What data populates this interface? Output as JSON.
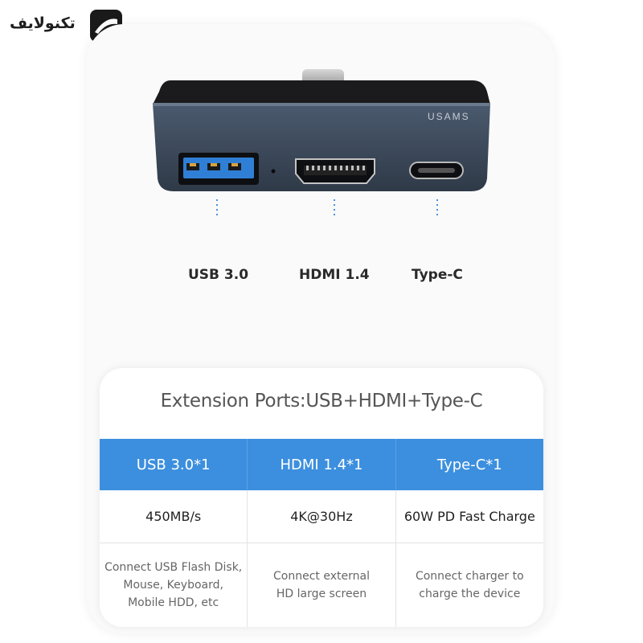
{
  "logo": {
    "text": "تکنولایف"
  },
  "device": {
    "brand": "USAMS",
    "colors": {
      "body": "#3f4c5e",
      "top": "#1c1c1e",
      "accent": "#2f7fd6"
    }
  },
  "ports": [
    {
      "label": "USB 3.0"
    },
    {
      "label": "HDMI 1.4"
    },
    {
      "label": "Type-C"
    }
  ],
  "table": {
    "title": "Extension Ports:USB+HDMI+Type-C",
    "headers": [
      "USB 3.0*1",
      "HDMI 1.4*1",
      "Type-C*1"
    ],
    "specs": [
      "450MB/s",
      "4K@30Hz",
      "60W PD Fast Charge"
    ],
    "descriptions": [
      [
        "Connect USB Flash Disk,",
        "Mouse, Keyboard,",
        "Mobile HDD, etc"
      ],
      [
        "Connect external",
        "HD large screen"
      ],
      [
        "Connect charger to",
        "charge the device"
      ]
    ],
    "header_color": "#3c8fde"
  }
}
